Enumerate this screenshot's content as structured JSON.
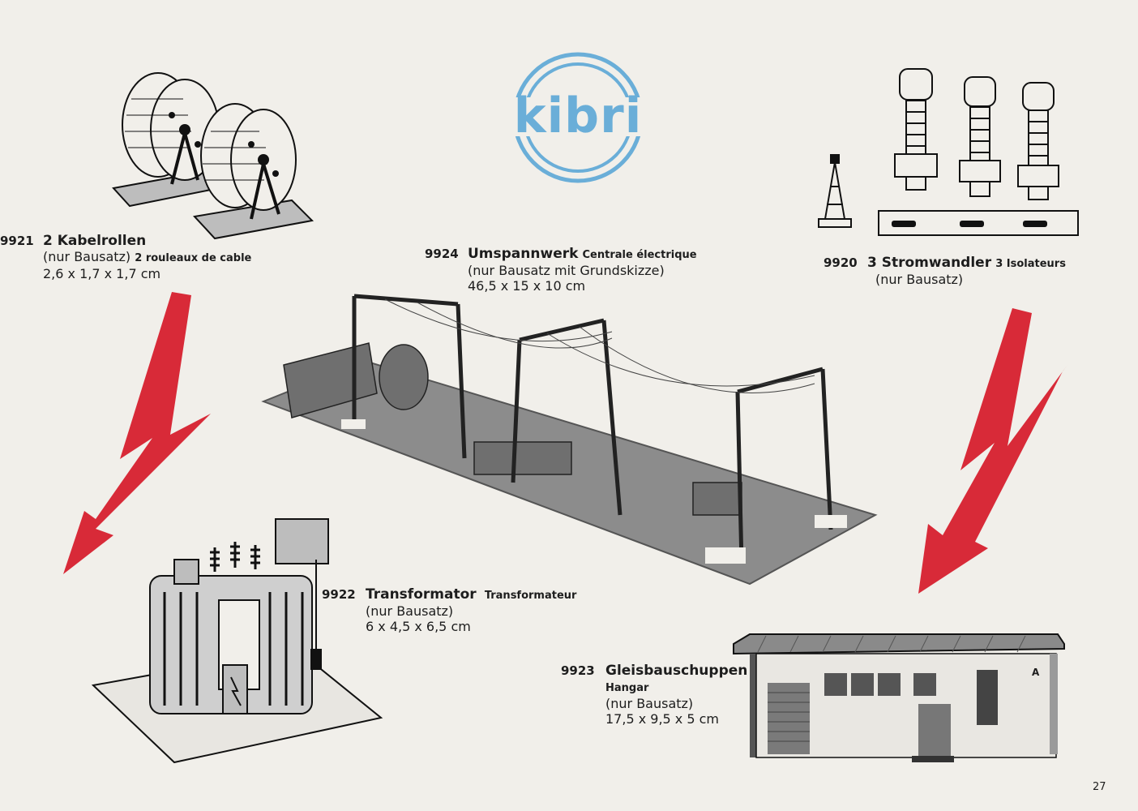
{
  "logo": {
    "text": "kibri",
    "color": "#6aaed8"
  },
  "accent": {
    "bolt_color": "#d82a38"
  },
  "page_number": "27",
  "products": [
    {
      "number": "9921",
      "title": "2 Kabelrollen",
      "kit": "(nur Bausatz)",
      "title_fr": "2 rouleaux de cable",
      "dimensions": "2,6 x 1,7 x 1,7 cm"
    },
    {
      "number": "9924",
      "title": "Umspannwerk",
      "title_fr": "Centrale électrique",
      "kit": "(nur Bausatz mit Grundskizze)",
      "dimensions": "46,5 x 15 x 10 cm"
    },
    {
      "number": "9920",
      "title": "3 Stromwandler",
      "title_fr": "3 Isolateurs",
      "kit": "(nur Bausatz)"
    },
    {
      "number": "9922",
      "title": "Transformator",
      "title_fr": "Transformateur",
      "kit": "(nur Bausatz)",
      "dimensions": "6 x 4,5 x 6,5 cm"
    },
    {
      "number": "9923",
      "title": "Gleisbauschuppen",
      "title_fr": "Hangar",
      "kit": "(nur Bausatz)",
      "dimensions": "17,5 x 9,5 x 5  cm",
      "door_letter": "A"
    }
  ]
}
